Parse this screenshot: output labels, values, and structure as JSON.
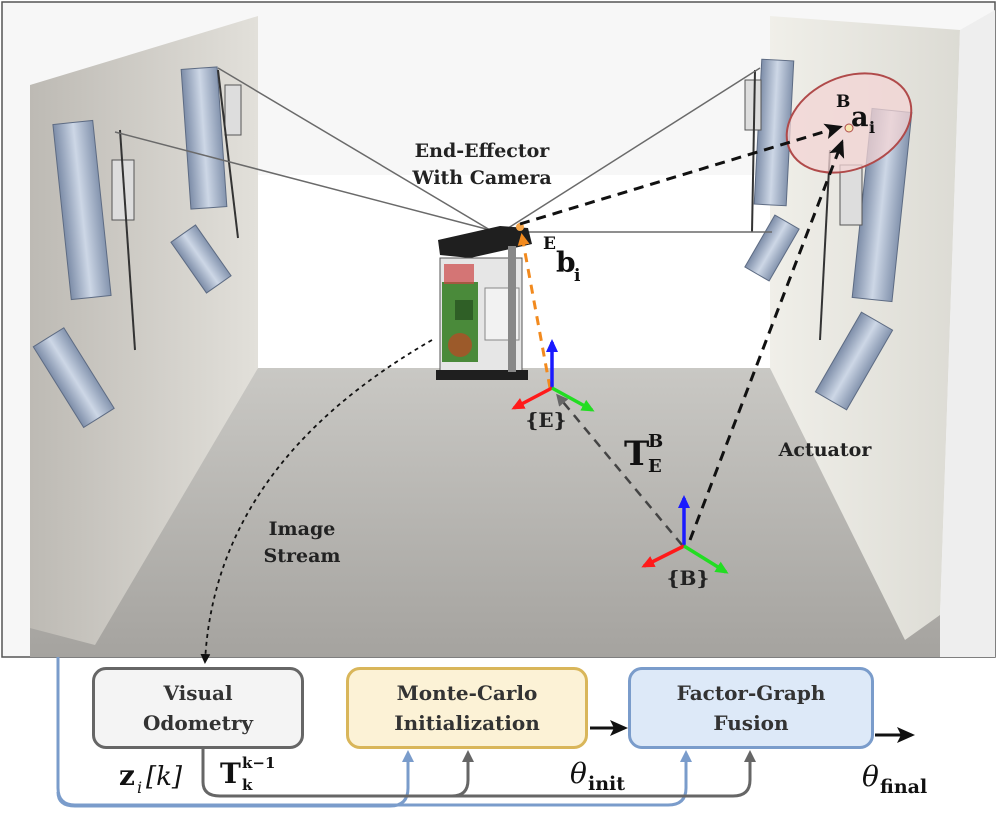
{
  "labels": {
    "end_effector_line1": "End-Effector",
    "end_effector_line2": "With Camera",
    "image_stream_line1": "Image",
    "image_stream_line2": "Stream",
    "actuator": "Actuator",
    "frame_E": "{E}",
    "frame_B": "{B}"
  },
  "math": {
    "a_sup": "B",
    "a_base": "a",
    "a_sub": "i",
    "b_sup": "E",
    "b_base": "b",
    "b_sub": "i",
    "T_base": "T",
    "T_sup": "B",
    "T_sub": "E",
    "z_text": "z",
    "z_sub": "i",
    "z_index": "[k]",
    "Tk_base": "T",
    "Tk_sub": "k",
    "Tk_sup": "k−1",
    "theta_init_sym": "θ",
    "theta_init_sub": "init",
    "theta_final_sym": "θ",
    "theta_final_sub": "final"
  },
  "boxes": {
    "visual_odometry": [
      "Visual",
      "Odometry"
    ],
    "monte_carlo": [
      "Monte-Carlo",
      "Initialization"
    ],
    "factor_graph": [
      "Factor-Graph",
      "Fusion"
    ]
  },
  "colors": {
    "axis_x": "#ff1a1a",
    "axis_y": "#22dd22",
    "axis_z": "#1a1aff",
    "dashed_orange": "#f28a1e",
    "ellipse_fill": "#f3d4d4",
    "ellipse_stroke": "#b04a4a",
    "feed_blue": "#7a9ccb",
    "feed_gray": "#666666"
  },
  "icons": [
    "end-effector-camera-icon",
    "cable-pulley-actuator-icon",
    "coordinate-frame-icon"
  ]
}
